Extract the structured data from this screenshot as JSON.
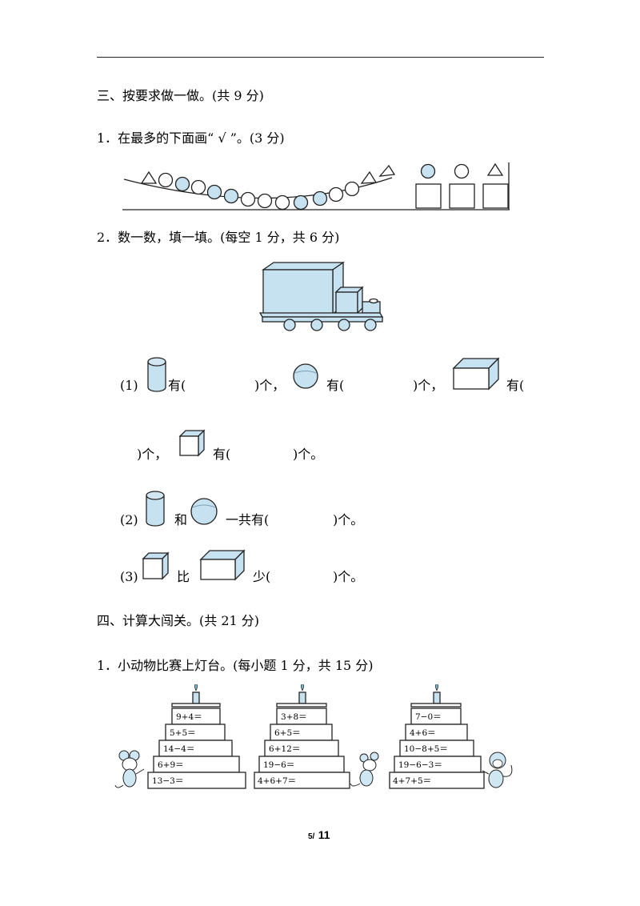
{
  "section3": {
    "title": "三、按要求做一做。(共 9 分)",
    "q1": {
      "label": "1．在最多的下面画“ √ ”。(3 分)"
    },
    "q2": {
      "label": "2．数一数，填一填。(每空 1 分，共 6 分)",
      "p1": {
        "num": "(1)",
        "have1": "有(",
        "close1": ")个，",
        "have2": "有(",
        "close2": ")个，",
        "have3": "有(",
        "close3": ")个，",
        "have4": "有(",
        "close4": ")个。"
      },
      "p2": {
        "num": "(2)",
        "and": "和",
        "total": "一共有(",
        "close": ")个。"
      },
      "p3": {
        "num": "(3)",
        "compare": "比",
        "less": "少(",
        "close": ")个。"
      }
    }
  },
  "section4": {
    "title": "四、计算大闯关。(共 21 分)",
    "q1": {
      "label": "1．小动物比赛上灯台。(每小题 1 分，共 15 分)",
      "towers": [
        {
          "equations": [
            "9+4＝",
            "5+5＝",
            "14−4＝",
            "6+9＝",
            "13−3＝"
          ]
        },
        {
          "equations": [
            "3+8＝",
            "6+5＝",
            "6+12＝",
            "19−6＝",
            "4+6+7＝"
          ]
        },
        {
          "equations": [
            "7−0＝",
            "4+6＝",
            "10−8+5＝",
            "19−6−3＝",
            "4+7+5＝"
          ]
        }
      ]
    }
  },
  "footer": {
    "page": "5/",
    "total": "11"
  },
  "colors": {
    "shape_fill": "#c6e1f0",
    "ink": "#222222"
  }
}
